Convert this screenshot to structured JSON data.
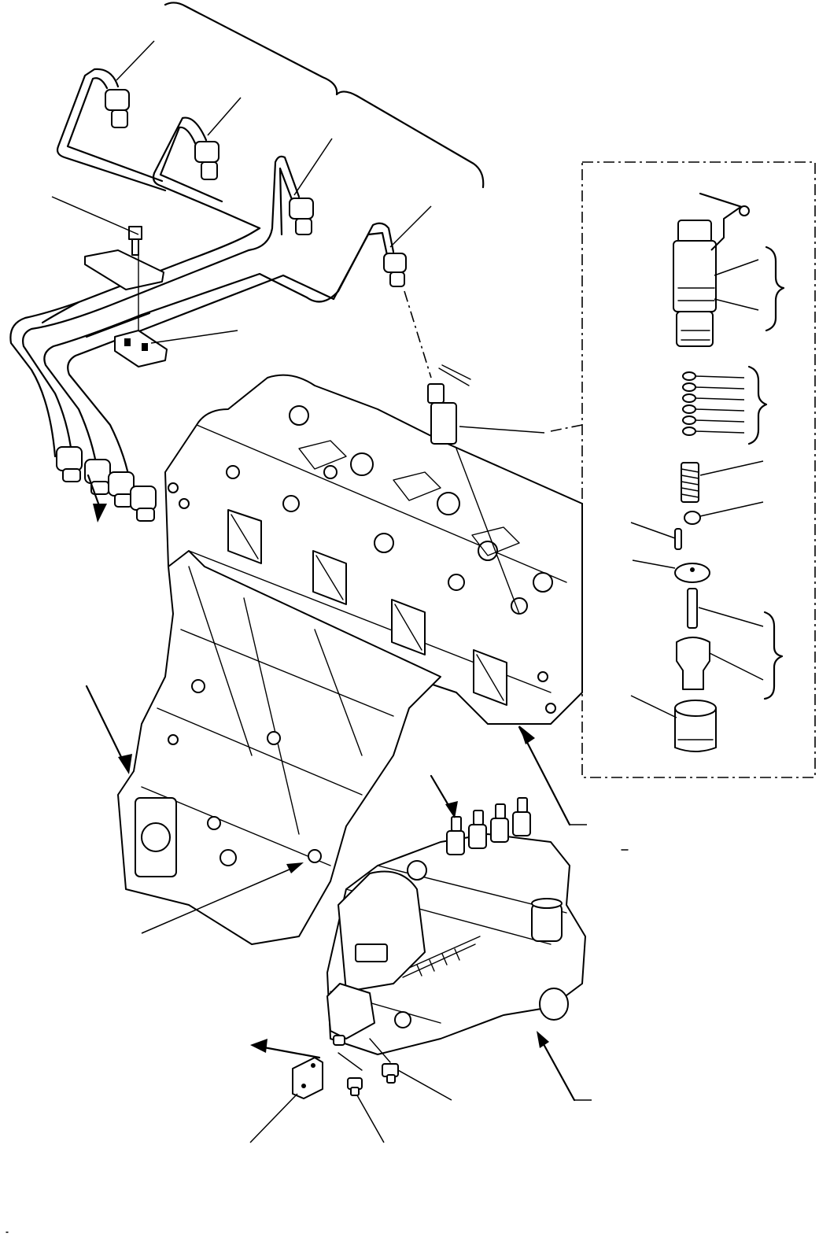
{
  "diagram": {
    "kind": "exploded-parts-view",
    "assemblies": [
      "injection-pipes",
      "cylinder-head",
      "injection-nozzle-holder",
      "fuel-injection-pump"
    ],
    "callout_labels": []
  },
  "colors": {
    "line": "#000000",
    "background": "#ffffff"
  }
}
